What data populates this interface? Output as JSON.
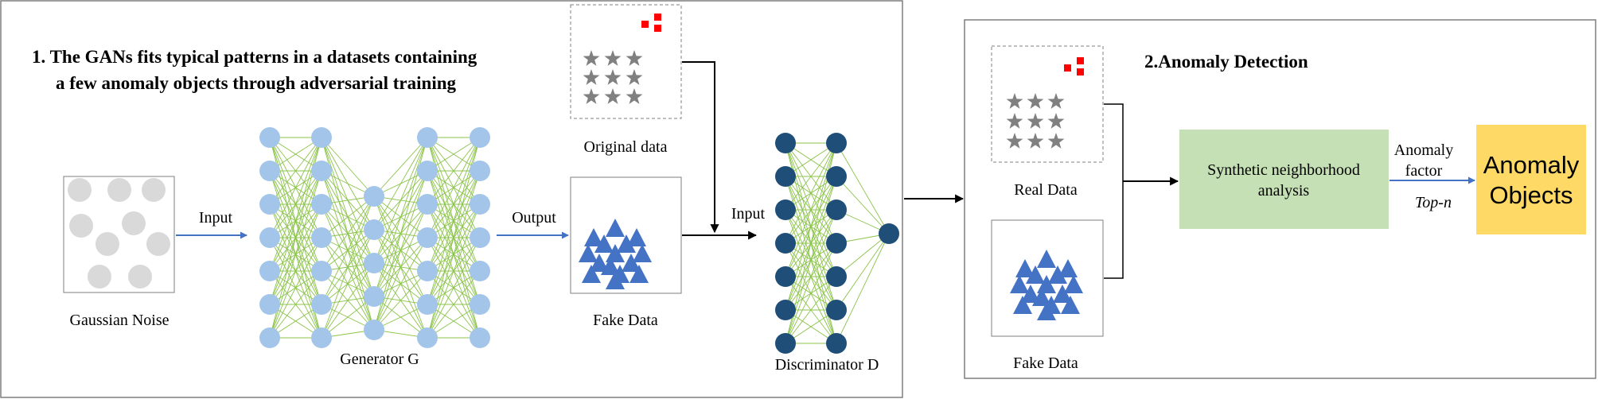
{
  "diagram": {
    "stage1": {
      "title_line1": "1. The GANs fits typical patterns in a datasets containing",
      "title_line2": "a few anomaly objects through adversarial training"
    },
    "stage2": {
      "title": "2.Anomaly Detection"
    },
    "labels": {
      "gaussian_noise": "Gaussian Noise",
      "input1": "Input",
      "generator": "Generator G",
      "output": "Output",
      "fake_data": "Fake Data",
      "original_data": "Original data",
      "input2": "Input",
      "discriminator": "Discriminator D",
      "real_data": "Real Data",
      "fake_data_2": "Fake Data",
      "snn_line1": "Synthetic neighborhood",
      "snn_line2": "analysis",
      "anomaly_factor_line1": "Anomaly",
      "anomaly_factor_line2": "factor",
      "top_n": "Top-n",
      "anomaly_objects_line1": "Anomaly",
      "anomaly_objects_line2": "Objects"
    },
    "colors": {
      "generator_node": "#a4c5ea",
      "discriminator_node": "#1f4e79",
      "connection": "#8bc34a",
      "arrow_blue": "#4472c4",
      "triangle": "#4472c4",
      "star": "#808080",
      "anomaly_square": "#ff0000",
      "noise_circle": "#d9d9d9",
      "snn_box": "#c5e0b4",
      "anomaly_box": "#ffd966"
    }
  }
}
